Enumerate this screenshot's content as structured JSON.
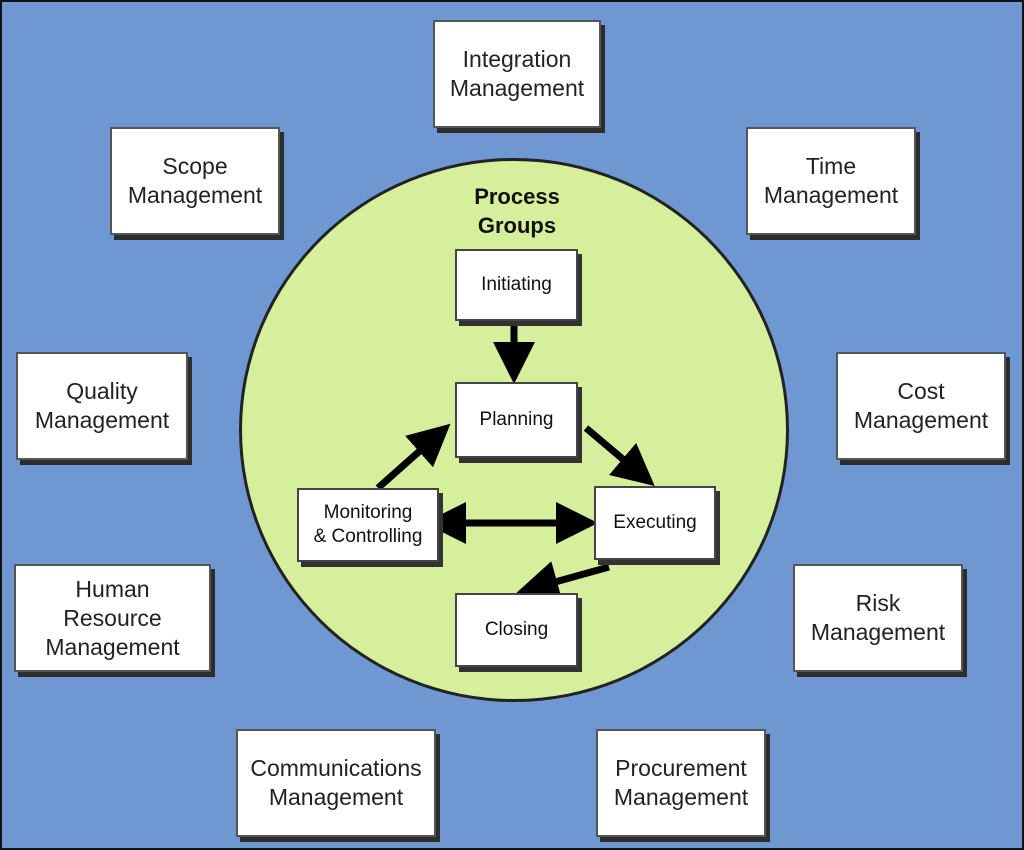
{
  "colors": {
    "background": "#6f98d2",
    "circle_fill": "#d6ef9c",
    "box_fill": "#ffffff",
    "arrow": "#000000"
  },
  "process_groups": {
    "title": "Process\nGroups",
    "initiating": "Initiating",
    "planning": "Planning",
    "executing": "Executing",
    "monitoring": "Monitoring\n& Controlling",
    "closing": "Closing"
  },
  "knowledge_areas": {
    "integration": "Integration\nManagement",
    "scope": "Scope\nManagement",
    "time": "Time\nManagement",
    "quality": "Quality\nManagement",
    "cost": "Cost\nManagement",
    "human_resource": "Human\nResource\nManagement",
    "risk": "Risk\nManagement",
    "communications": "Communications\nManagement",
    "procurement": "Procurement\nManagement"
  }
}
